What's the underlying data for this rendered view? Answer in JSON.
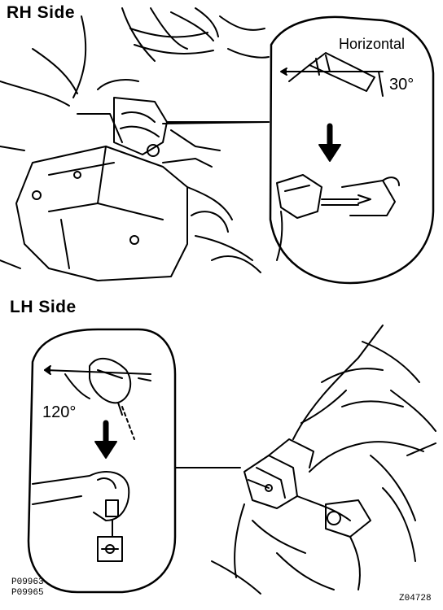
{
  "sections": {
    "rh": {
      "heading": "RH Side",
      "horizontal_label": "Horizontal",
      "angle_label": "30°"
    },
    "lh": {
      "heading": "LH Side",
      "angle_label": "120°"
    }
  },
  "codes": {
    "line1": "P09963",
    "line2": "P09965",
    "figure_id": "Z04728"
  }
}
